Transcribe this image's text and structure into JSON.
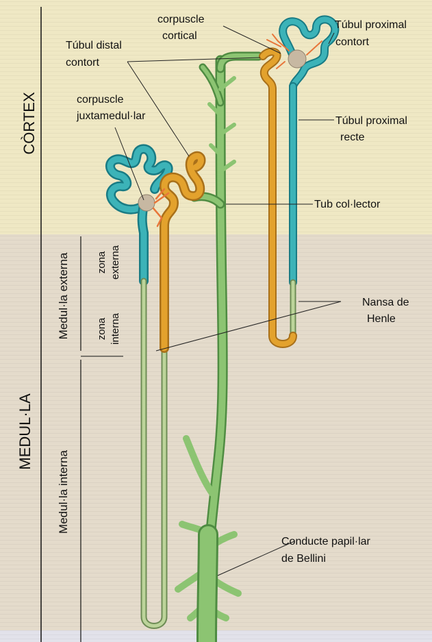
{
  "regions": {
    "cortex_label": "CÒRTEX",
    "medulla_label": "MEDUL·LA",
    "outer_medulla_label": "Medul·la externa",
    "inner_medulla_label": "Medul·la interna",
    "outer_zone_label": [
      "zona",
      "externa"
    ],
    "inner_zone_label": [
      "zona",
      "interna"
    ]
  },
  "labels": {
    "cortical_corpuscle": [
      "corpuscle",
      "cortical"
    ],
    "distal_convoluted_tubule": [
      "Túbul distal",
      "contort"
    ],
    "juxtamedullary_corpuscle": [
      "corpuscle",
      "juxtamedul·lar"
    ],
    "proximal_convoluted_tubule": [
      "Túbul proximal",
      "contort"
    ],
    "proximal_straight_tubule": [
      "Túbul proximal",
      "recte"
    ],
    "collecting_tube": "Tub col·lector",
    "loop_of_henle": [
      "Nansa de",
      "Henle"
    ],
    "bellini_duct": [
      "Conducte papil·lar",
      "de Bellini"
    ]
  },
  "colors": {
    "cortex_bg": "#efe8c4",
    "medulla_bg": "#e4dbcb",
    "bottom_strip": "#e2e2ea",
    "collecting_duct": "#8cc472",
    "collecting_duct_edge": "#4f8c42",
    "proximal_tubule": "#3cb3b8",
    "proximal_tubule_edge": "#197b84",
    "distal_tubule": "#e3a22d",
    "distal_tubule_edge": "#a8701a",
    "thin_limb": "#bcd49a",
    "thin_limb_edge": "#6e8c55",
    "glomerulus": "#c7b8a2",
    "arteriole": "#e8763a",
    "divider_line": "#111111"
  }
}
